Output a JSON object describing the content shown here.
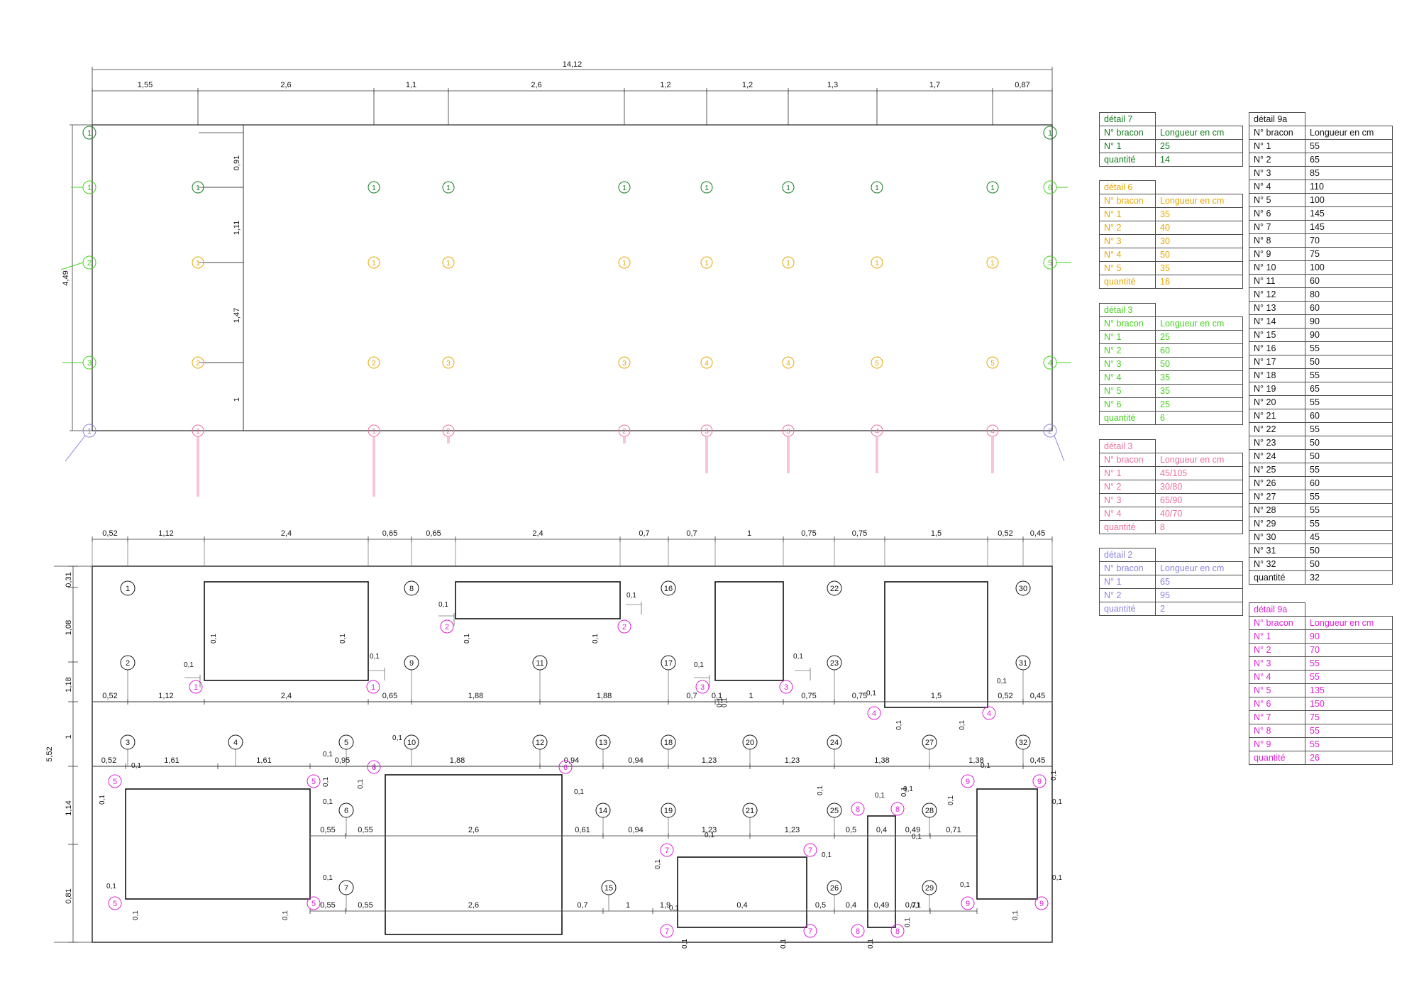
{
  "colors": {
    "black": "#111111",
    "dark_green": "#127a1c",
    "yellow": "#e8a600",
    "green": "#42d21c",
    "pink": "#ec6f9c",
    "purple": "#8c84e0",
    "magenta": "#dd1fd6"
  },
  "plan_top": {
    "overall_dim": "14,12",
    "bay_dims": [
      "1,55",
      "2,6",
      "1,1",
      "2,6",
      "1,2",
      "1,2",
      "1,3",
      "1,7",
      "0,87"
    ],
    "height_dim": "4,49",
    "row_dims": [
      "0,91",
      "1,11",
      "1,47",
      "1"
    ],
    "rows": [
      {
        "color": "dark_green",
        "labels": [
          "1",
          "1",
          "1",
          "1",
          "1",
          "1",
          "1",
          "1",
          "1",
          "1",
          "1"
        ]
      },
      {
        "color": "green",
        "labels": [
          "1",
          "6"
        ]
      },
      {
        "color": "yellow",
        "labels": [
          "1",
          "1",
          "1",
          "1",
          "1",
          "1",
          "1",
          "1"
        ]
      },
      {
        "color": "green",
        "labels": [
          "2",
          "5"
        ]
      },
      {
        "color": "yellow",
        "labels": [
          "2",
          "2",
          "3",
          "3",
          "4",
          "4",
          "5",
          "5"
        ]
      },
      {
        "color": "green",
        "labels": [
          "3",
          "4"
        ]
      },
      {
        "color": "pink",
        "labels": [
          "1",
          "1",
          "2",
          "2",
          "3",
          "3",
          "4",
          "4"
        ]
      },
      {
        "color": "purple",
        "labels": [
          "1",
          "2"
        ]
      }
    ]
  },
  "plan_bottom": {
    "height_dim": "5,52",
    "side_dims": [
      "0,31",
      "1,08",
      "1,18",
      "1",
      "1,14",
      "0,81"
    ],
    "top_dims": [
      "0,52",
      "1,12",
      "2,4",
      "0,65",
      "0,65",
      "2,4",
      "0,7",
      "0,7",
      "1",
      "0,75",
      "0,75",
      "1,5",
      "0,52",
      "0,45"
    ],
    "row1_dims": [
      "0,52",
      "1,12",
      "2,4",
      "0,65",
      "1,88",
      "1,88",
      "0,7",
      "0,1",
      "1",
      "0,75",
      "0,75",
      "1,5",
      "0,52",
      "0,45"
    ],
    "row2_dims": [
      "0,52",
      "1,61",
      "1,61",
      "0,95",
      "1,88",
      "0,94",
      "0,94",
      "1,23",
      "1,23",
      "1,38",
      "1,38",
      "0,45"
    ],
    "row3_dims": [
      "0,55",
      "0,55",
      "2,6",
      "0,61",
      "0,94",
      "1,23",
      "1,23",
      "0,5",
      "0,4",
      "0,49",
      "0,71"
    ],
    "row4_dims": [
      "0,55",
      "0,55",
      "2,6",
      "0,7",
      "1",
      "1,9",
      "0,4",
      "0,5",
      "0,4",
      "0,49",
      "0,71"
    ],
    "small_dim": "0,1",
    "black_nodes": [
      "1",
      "2",
      "3",
      "4",
      "5",
      "6",
      "7",
      "8",
      "9",
      "10",
      "11",
      "12",
      "13",
      "14",
      "15",
      "16",
      "17",
      "18",
      "19",
      "20",
      "21",
      "22",
      "23",
      "24",
      "25",
      "26",
      "27",
      "28",
      "29",
      "30",
      "31",
      "32"
    ],
    "magenta_nodes": [
      "1",
      "2",
      "3",
      "4",
      "5",
      "6",
      "7",
      "8",
      "9"
    ]
  },
  "tables": {
    "headers": {
      "no": "N° bracon",
      "len": "Longueur en cm",
      "qty": "quantité"
    },
    "detail7": {
      "title": "détail 7",
      "color": "dark_green",
      "rows": [
        [
          "N° 1",
          "25"
        ]
      ],
      "qty": "14"
    },
    "detail6": {
      "title": "détail 6",
      "color": "yellow",
      "rows": [
        [
          "N° 1",
          "35"
        ],
        [
          "N° 2",
          "40"
        ],
        [
          "N° 3",
          "30"
        ],
        [
          "N° 4",
          "50"
        ],
        [
          "N° 5",
          "35"
        ]
      ],
      "qty": "16"
    },
    "detail3_green": {
      "title": "détail 3",
      "color": "green",
      "rows": [
        [
          "N° 1",
          "25"
        ],
        [
          "N° 2",
          "60"
        ],
        [
          "N° 3",
          "50"
        ],
        [
          "N° 4",
          "35"
        ],
        [
          "N° 5",
          "35"
        ],
        [
          "N° 6",
          "25"
        ]
      ],
      "qty": "6"
    },
    "detail3_pink": {
      "title": "détail 3",
      "color": "pink",
      "rows": [
        [
          "N° 1",
          "45/105"
        ],
        [
          "N° 2",
          "30/80"
        ],
        [
          "N° 3",
          "65/90"
        ],
        [
          "N° 4",
          "40/70"
        ]
      ],
      "qty": "8"
    },
    "detail2": {
      "title": "détail 2",
      "color": "purple",
      "rows": [
        [
          "N° 1",
          "65"
        ],
        [
          "N° 2",
          "95"
        ]
      ],
      "qty": "2"
    },
    "detail9a_black": {
      "title": "détail 9a",
      "color": "black",
      "rows": [
        [
          "N° 1",
          "55"
        ],
        [
          "N° 2",
          "65"
        ],
        [
          "N° 3",
          "85"
        ],
        [
          "N° 4",
          "110"
        ],
        [
          "N° 5",
          "100"
        ],
        [
          "N° 6",
          "145"
        ],
        [
          "N° 7",
          "145"
        ],
        [
          "N° 8",
          "70"
        ],
        [
          "N° 9",
          "75"
        ],
        [
          "N° 10",
          "100"
        ],
        [
          "N° 11",
          "60"
        ],
        [
          "N° 12",
          "80"
        ],
        [
          "N° 13",
          "60"
        ],
        [
          "N° 14",
          "90"
        ],
        [
          "N° 15",
          "90"
        ],
        [
          "N° 16",
          "55"
        ],
        [
          "N° 17",
          "50"
        ],
        [
          "N° 18",
          "55"
        ],
        [
          "N° 19",
          "65"
        ],
        [
          "N° 20",
          "55"
        ],
        [
          "N° 21",
          "60"
        ],
        [
          "N° 22",
          "55"
        ],
        [
          "N° 23",
          "50"
        ],
        [
          "N° 24",
          "50"
        ],
        [
          "N° 25",
          "55"
        ],
        [
          "N° 26",
          "60"
        ],
        [
          "N° 27",
          "55"
        ],
        [
          "N° 28",
          "55"
        ],
        [
          "N° 29",
          "55"
        ],
        [
          "N° 30",
          "45"
        ],
        [
          "N° 31",
          "50"
        ],
        [
          "N° 32",
          "50"
        ]
      ],
      "qty": "32"
    },
    "detail9a_magenta": {
      "title": "détail 9a",
      "color": "magenta",
      "rows": [
        [
          "N° 1",
          "90"
        ],
        [
          "N° 2",
          "70"
        ],
        [
          "N° 3",
          "55"
        ],
        [
          "N° 4",
          "55"
        ],
        [
          "N° 5",
          "135"
        ],
        [
          "N° 6",
          "150"
        ],
        [
          "N° 7",
          "75"
        ],
        [
          "N° 8",
          "55"
        ],
        [
          "N° 9",
          "55"
        ]
      ],
      "qty": "26"
    }
  }
}
